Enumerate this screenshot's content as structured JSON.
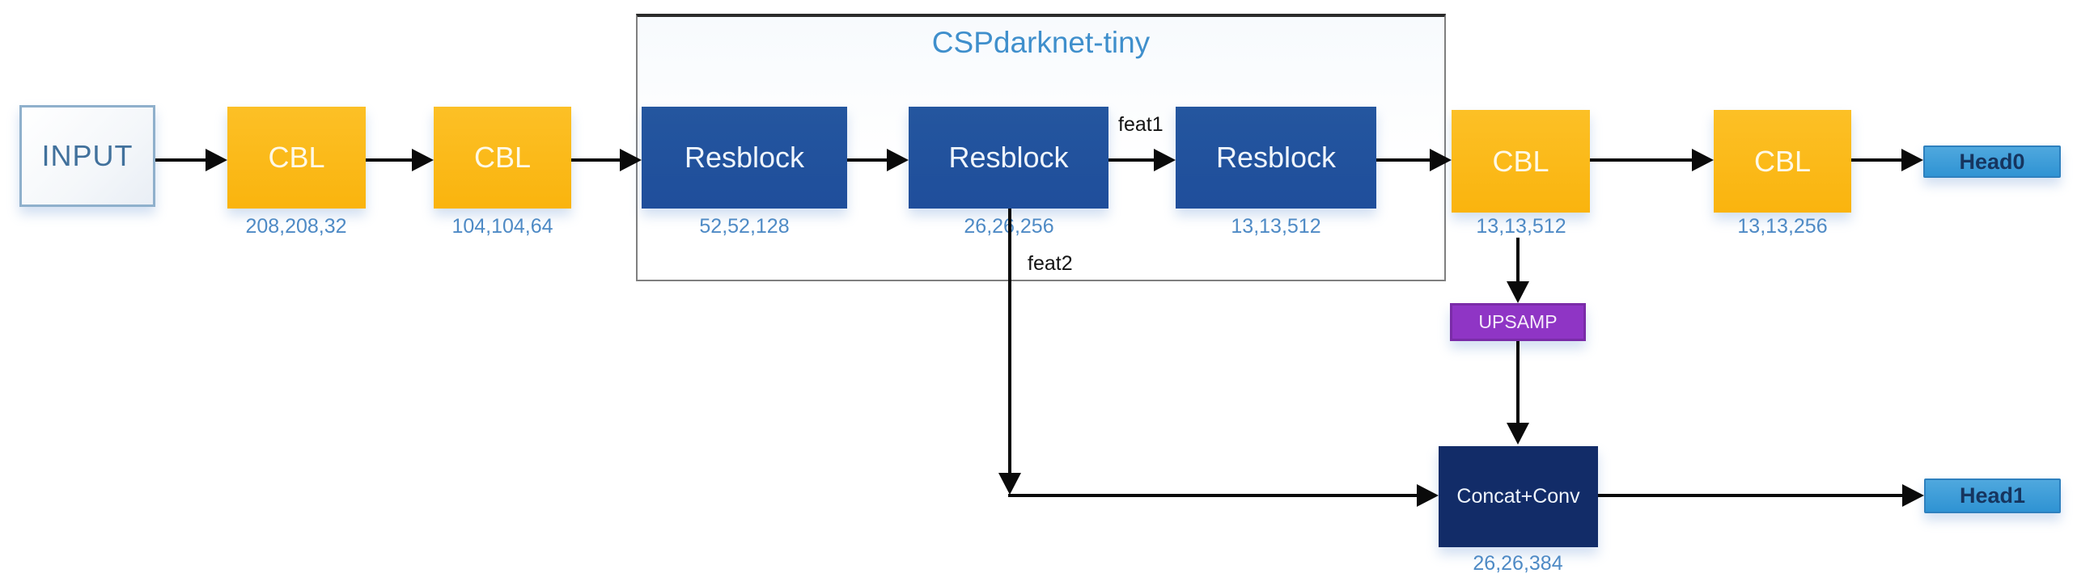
{
  "figure": {
    "title": "CSPdarknet-tiny",
    "nodes": {
      "input": {
        "label": "INPUT"
      },
      "cbl1": {
        "label": "CBL",
        "dim": "208,208,32"
      },
      "cbl2": {
        "label": "CBL",
        "dim": "104,104,64"
      },
      "resblock1": {
        "label": "Resblock",
        "dim": "52,52,128"
      },
      "resblock2": {
        "label": "Resblock",
        "dim": "26,26,256"
      },
      "resblock3": {
        "label": "Resblock",
        "dim": "13,13,512"
      },
      "cbl3": {
        "label": "CBL",
        "dim": "13,13,512"
      },
      "cbl4": {
        "label": "CBL",
        "dim": "13,13,256"
      },
      "upsamp": {
        "label": "UPSAMP"
      },
      "concat_conv": {
        "label": "Concat+Conv",
        "dim": "26,26,384"
      },
      "head0": {
        "label": "Head0"
      },
      "head1": {
        "label": "Head1"
      }
    },
    "edge_labels": {
      "feat1": "feat1",
      "feat2": "feat2"
    },
    "colors": {
      "cbl_fill": "#FBB917",
      "resblock_fill": "#2051A0",
      "concat_fill": "#122C68",
      "upsamp_fill": "#8F35C5",
      "head_fill": "#3399D6",
      "input_border": "#8FB0CC",
      "dim_label_text": "#4E8AC5",
      "title_text": "#3F8FCC",
      "frame_border": "#7F7F7F",
      "arrow": "#0A0A0A"
    }
  }
}
